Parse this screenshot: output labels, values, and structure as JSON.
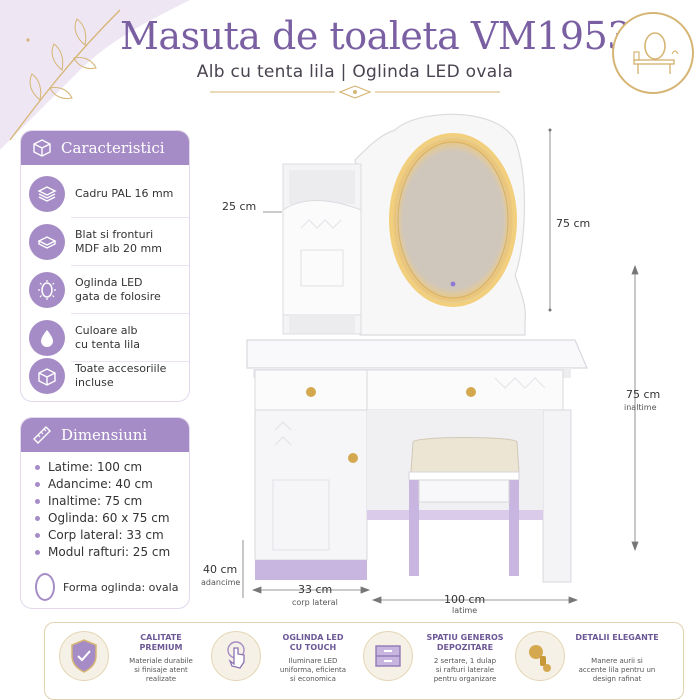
{
  "header": {
    "title": "Masuta de toaleta VM1953",
    "subtitle": "Alb cu tenta lila | Oglinda LED ovala"
  },
  "colors": {
    "accent_purple": "#a58cc6",
    "title_purple": "#7a5fa3",
    "gold": "#d6b574",
    "lilac_base": "#c9b6e0"
  },
  "features": {
    "title": "Caracteristici",
    "items": [
      {
        "icon": "layers-icon",
        "text": [
          "Cadru PAL 16 mm"
        ]
      },
      {
        "icon": "board-icon",
        "text": [
          "Blat si fronturi",
          "MDF alb 20 mm"
        ]
      },
      {
        "icon": "led-mirror-icon",
        "text": [
          "Oglinda LED",
          "gata de folosire"
        ]
      },
      {
        "icon": "drop-icon",
        "text": [
          "Culoare alb",
          "cu tenta lila"
        ]
      },
      {
        "icon": "box-icon",
        "text": [
          "Toate accesoriile",
          "incluse"
        ]
      }
    ]
  },
  "dimensions": {
    "title": "Dimensiuni",
    "items": [
      "Latime: 100 cm",
      "Adancime: 40 cm",
      "Inaltime: 75 cm",
      "Oglinda:  60 x 75 cm",
      "Corp lateral: 33 cm",
      "Modul rafturi: 25 cm"
    ],
    "mirror_shape": "Forma oglinda: ovala"
  },
  "product_labels": {
    "shelf_width": "25 cm",
    "mirror_height": "75 cm",
    "height_value": "75 cm",
    "height_sub": "inaltime",
    "depth_value": "40 cm",
    "depth_sub": "adancime",
    "side_value": "33 cm",
    "side_sub": "corp lateral",
    "width_value": "100 cm",
    "width_sub": "latime"
  },
  "bottom_features": [
    {
      "icon": "shield-check-icon",
      "title": [
        "CALITATE",
        "PREMIUM"
      ],
      "desc": [
        "Materiale durabile",
        "si finisaje atent",
        "realizate"
      ]
    },
    {
      "icon": "touch-icon",
      "title": [
        "OGLINDA LED",
        "CU TOUCH"
      ],
      "desc": [
        "Iluminare LED",
        "uniforma, eficienta",
        "si economica"
      ]
    },
    {
      "icon": "drawer-icon",
      "title": [
        "SPATIU GENEROS",
        "DEPOZITARE"
      ],
      "desc": [
        "2 sertare, 1 dulap",
        "si rafturi laterale",
        "pentru organizare"
      ]
    },
    {
      "icon": "knob-icon",
      "title": [
        "DETALII ELEGANTE"
      ],
      "desc": [
        "Manere aurii si",
        "accente lila pentru un",
        "design rafinat"
      ]
    }
  ]
}
